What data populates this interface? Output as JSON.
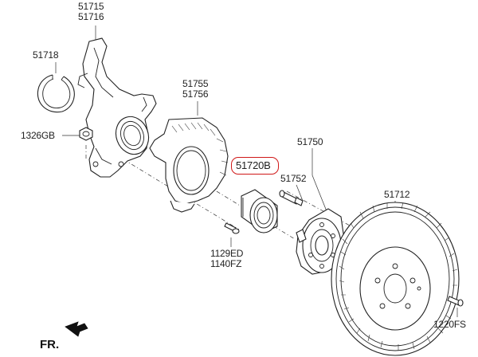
{
  "diagram": {
    "part_numbers": {
      "knuckle_a": "51715",
      "knuckle_b": "51716",
      "snap_ring": "51718",
      "dust_cover_a": "51755",
      "dust_cover_b": "51756",
      "bearing": "51720B",
      "hub_assy": "51750",
      "hub_bolt": "51752",
      "nut": "1326GB",
      "bolt_a": "1129ED",
      "bolt_b": "1140FZ",
      "disc": "51712",
      "screw": "1220FS"
    },
    "direction_label": "FR."
  }
}
